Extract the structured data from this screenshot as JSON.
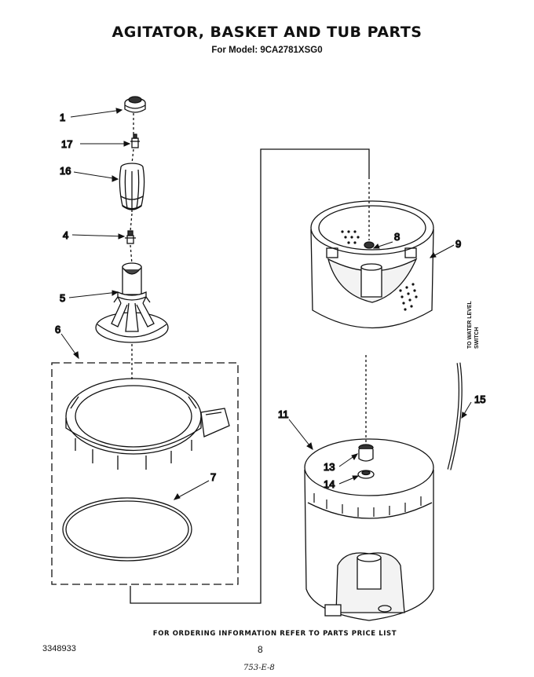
{
  "title": "AGITATOR, BASKET AND TUB PARTS",
  "subtitle": "For Model: 9CA2781XSG0",
  "footer_note": "FOR ORDERING INFORMATION REFER TO PARTS PRICE LIST",
  "doc_number": "3348933",
  "page_number": "8",
  "handwritten_note": "753-E-8",
  "side_label": {
    "line1": "TO WATER LEVEL",
    "line2": "SWITCH"
  },
  "callouts": [
    "1",
    "17",
    "16",
    "4",
    "5",
    "6",
    "7",
    "8",
    "9",
    "11",
    "13",
    "14",
    "15"
  ]
}
